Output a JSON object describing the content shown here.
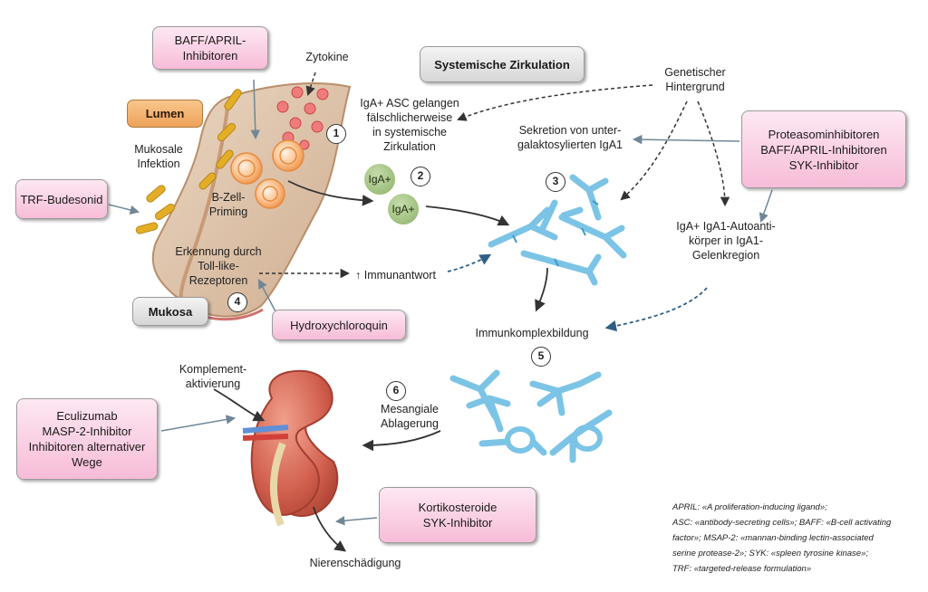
{
  "labels": {
    "systemic_circulation": "Systemische Zirkulation",
    "lumen": "Lumen",
    "mukosa": "Mukosa",
    "zytokine": "Zytokine",
    "mukosale_infektion": "Mukosale\nInfektion",
    "b_zell_priming": "B-Zell-\nPriming",
    "toll_like": "Erkennung durch\nToll-like-\nRezeptoren",
    "asc_escape": "IgA+ ASC gelangen\nfälschlicherweise\nin systemische\nZirkulation",
    "iga_cell_1": "IgA+",
    "iga_cell_2": "IgA+",
    "genetic_background": "Genetischer\nHintergrund",
    "secretion": "Sekretion von unter-\ngalaktosylierten IgA1",
    "autoantibodies": "IgA+ IgA1-Autoanti-\nkörper in IgA1-\nGelenkregion",
    "immune_response_arrow": "↑",
    "immune_response": "Immunantwort",
    "immune_complex": "Immunkomplexbildung",
    "complement": "Komplement-\naktivierung",
    "mesangial": "Mesangiale\nAblagerung",
    "kidney_damage": "Nierenschädigung"
  },
  "step_numbers": [
    "1",
    "2",
    "3",
    "4",
    "5",
    "6"
  ],
  "therapy_boxes": {
    "baff_april": "BAFF/APRIL-\nInhibitoren",
    "trf_budesonid": "TRF-Budesonid",
    "hydroxychloroquin": "Hydroxychloroquin",
    "proteasome": "Proteasominhibitoren\nBAFF/APRIL-Inhibitoren\nSYK-Inhibitor",
    "eculizumab": "Eculizumab\nMASP-2-Inhibitor\nInhibitoren alternativer\nWege",
    "kortikosteroide": "Kortikosteroide\nSYK-Inhibitor"
  },
  "legend": [
    "APRIL: «A proliferation-inducing ligand»;",
    "ASC: «antibody-secreting cells»; BAFF: «B-cell activating",
    "factor»; MSAP-2: «mannan-binding lectin-associated",
    "serine protease-2»; SYK: «spleen tyrosine kinase»;",
    "TRF: «targeted-release formulation»"
  ],
  "colors": {
    "antibody_blue": "#7cc4e6",
    "antibody_dark": "#3f9bd0",
    "therapy_pink": "#f7bcd8",
    "lumen_orange": "#eea25a",
    "mucosa_tissue": "#dcc1a6",
    "kidney": "#d96a5a",
    "iga_green": "#9dbf7d",
    "arrow_gray": "#7e95a4"
  }
}
